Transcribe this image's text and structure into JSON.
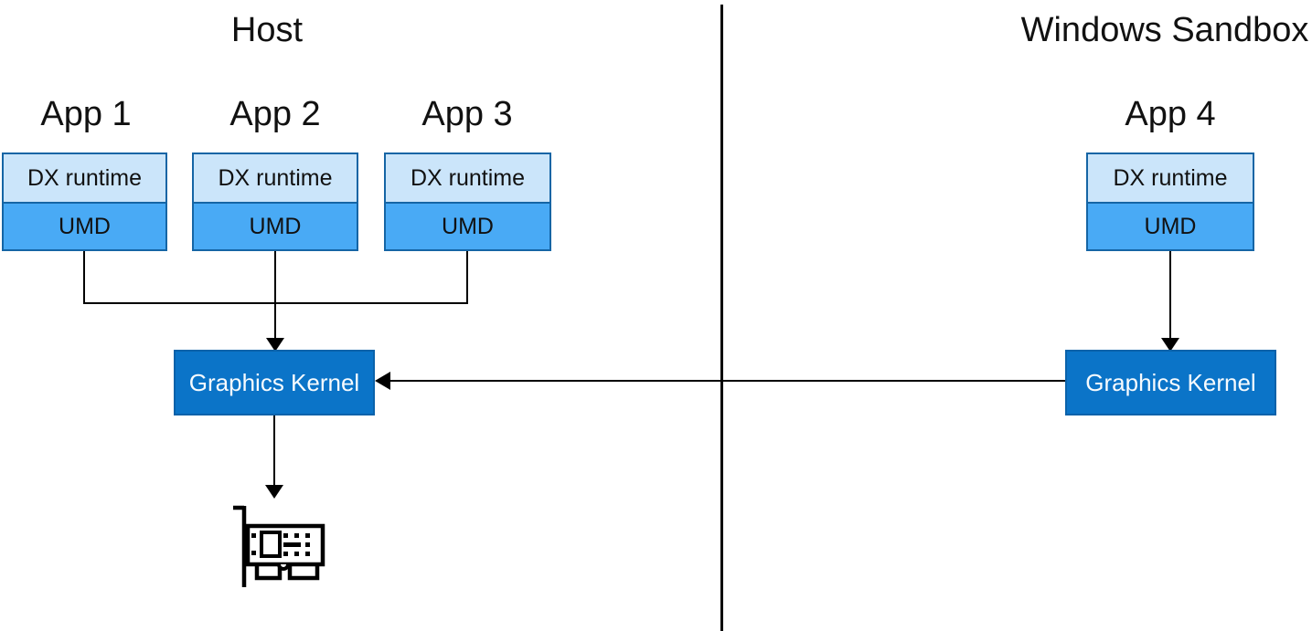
{
  "diagram": {
    "host": {
      "title": "Host",
      "apps": [
        {
          "label": "App 1",
          "top_layer": "DX runtime",
          "bottom_layer": "UMD"
        },
        {
          "label": "App 2",
          "top_layer": "DX runtime",
          "bottom_layer": "UMD"
        },
        {
          "label": "App 3",
          "top_layer": "DX runtime",
          "bottom_layer": "UMD"
        }
      ],
      "kernel_label": "Graphics Kernel",
      "gpu_icon": "graphics-card-icon"
    },
    "sandbox": {
      "title": "Windows Sandbox",
      "apps": [
        {
          "label": "App 4",
          "top_layer": "DX runtime",
          "bottom_layer": "UMD"
        }
      ],
      "kernel_label": "Graphics Kernel"
    },
    "colors": {
      "dx_runtime_fill": "#CBE5FA",
      "umd_fill": "#49AAF5",
      "app_box_border": "#1565A5",
      "kernel_fill": "#0B74C8",
      "kernel_border": "#0A62AA",
      "kernel_text": "#F7FBFE",
      "line_color": "#000000"
    }
  }
}
